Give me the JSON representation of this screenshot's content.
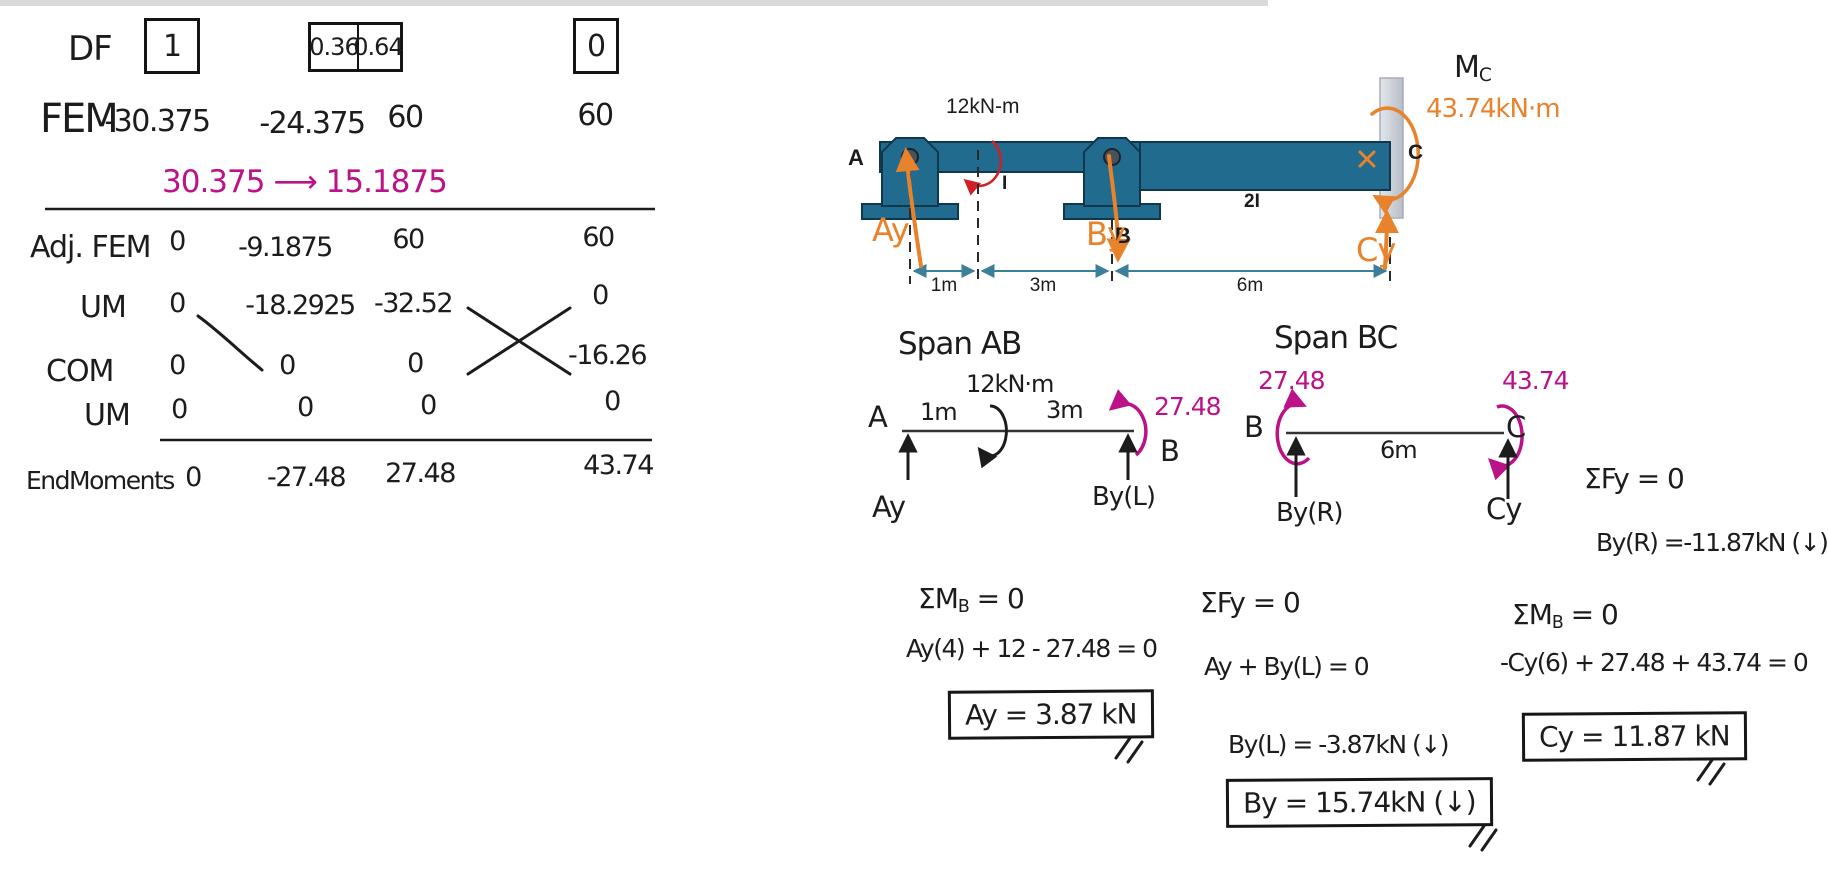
{
  "colors": {
    "ink": "#1c1c1c",
    "orange": "#e8822b",
    "magenta": "#bb1288",
    "red": "#cf2127",
    "beam_teal": "#216b8e",
    "dim_teal": "#3c7f9b"
  },
  "table": {
    "df": {
      "label": "DF",
      "box_a": "1",
      "box_b1": "0.36",
      "box_b2": "0.64",
      "box_c": "0"
    },
    "fem": {
      "label": "FEM",
      "c1": "-30.375",
      "c2": "-24.375",
      "c3": "60",
      "c4": "60"
    },
    "carry_note": "30.375 ⟶ 15.1875",
    "adjfem": {
      "label": "Adj. FEM",
      "c1": "0",
      "c2": "-9.1875",
      "c3": "60",
      "c4": "60"
    },
    "um1": {
      "label": "UM",
      "c1": "0",
      "c2": "-18.2925",
      "c3": "-32.52",
      "c4": "0"
    },
    "com": {
      "label": "COM",
      "c1": "0",
      "c2": "0",
      "c3": "0",
      "c4": "-16.26"
    },
    "um2": {
      "label": "UM",
      "c1": "0",
      "c2": "0",
      "c3": "0",
      "c4": "0"
    },
    "end": {
      "label": "EndMoments",
      "c1": "0",
      "c2": "-27.48",
      "c3": "27.48",
      "c4": "43.74"
    }
  },
  "beam": {
    "applied_moment": "12kN-m",
    "node_a": "A",
    "node_b": "B",
    "node_c": "C",
    "inertia_ab": "I",
    "inertia_bc": "2I",
    "dim1": "1m",
    "dim2": "3m",
    "dim3": "6m",
    "reaction_a": "Ay",
    "reaction_b": "By",
    "reaction_c": "Cy",
    "mc_pre": "M",
    "mc_sub": "C",
    "mc_value": "43.74kN·m"
  },
  "span_ab": {
    "title": "Span AB",
    "moment": "12kN·m",
    "node_a": "A",
    "dim1": "1m",
    "dim2": "3m",
    "end_moment": "27.48",
    "node_b": "B",
    "reaction_a": "Ay",
    "reaction_b": "By(L)"
  },
  "span_bc": {
    "title": "Span BC",
    "moment_b": "27.48",
    "moment_c": "43.74",
    "node_b": "B",
    "node_c": "C",
    "dim": "6m",
    "reaction_b": "By(R)",
    "reaction_c": "Cy"
  },
  "eq_bc_fy": {
    "line1": "ΣFy = 0",
    "line2": "By(R) =-11.87kN (↓)"
  },
  "eq_ab": {
    "sum_pre": "ΣM",
    "sum_sub": "B",
    "sum_post": " = 0",
    "line2": "Ay(4) + 12 - 27.48 = 0",
    "result": "Ay = 3.87 kN"
  },
  "eq_mid": {
    "line1": "ΣFy = 0",
    "line2": "Ay + By(L) = 0",
    "line3": "By(L) = -3.87kN (↓)",
    "result": "By = 15.74kN (↓)"
  },
  "eq_c": {
    "sum_pre": "ΣM",
    "sum_sub": "B",
    "sum_post": " = 0",
    "line2": "-Cy(6) + 27.48 + 43.74 = 0",
    "result": "Cy = 11.87 kN"
  }
}
